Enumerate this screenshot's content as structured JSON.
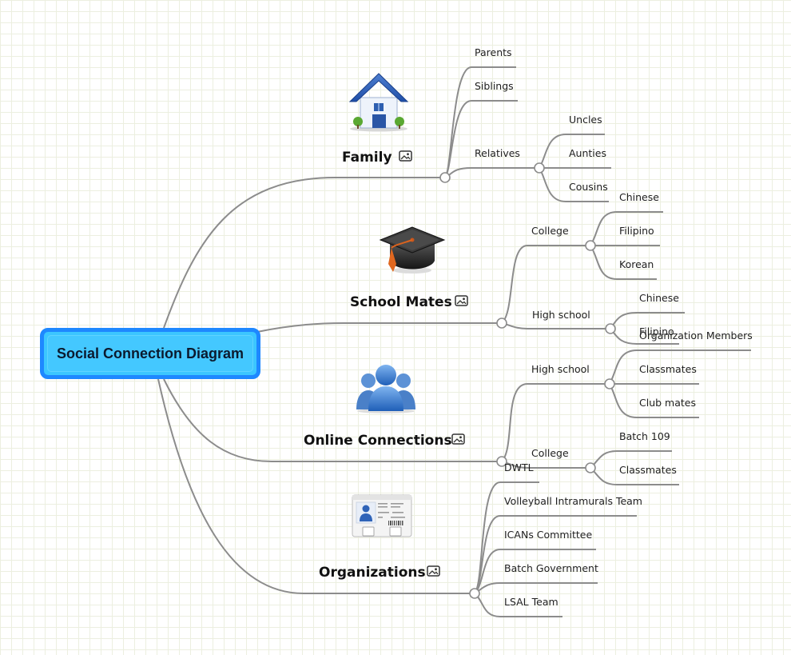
{
  "diagram": {
    "root": "Social Connection Diagram",
    "branches": {
      "family": {
        "label": "Family",
        "icon": "house-icon",
        "children": [
          "Parents",
          "Siblings",
          "Relatives"
        ],
        "relatives": [
          "Uncles",
          "Aunties",
          "Cousins"
        ]
      },
      "school": {
        "label": "School Mates",
        "icon": "graduation-cap-icon",
        "college": "College",
        "college_items": [
          "Chinese",
          "Filipino",
          "Korean"
        ],
        "highschool": "High school",
        "highschool_items": [
          "Chinese",
          "Filipino"
        ]
      },
      "online": {
        "label": "Online Connections",
        "icon": "people-icon",
        "highschool": "High school",
        "highschool_items": [
          "Organization Members",
          "Classmates",
          "Club mates"
        ],
        "college": "College",
        "college_items": [
          "Batch 109",
          "Classmates"
        ]
      },
      "orgs": {
        "label": "Organizations",
        "icon": "id-card-icon",
        "items": [
          "DWTL",
          "Volleyball Intramurals Team",
          "ICANs Committee",
          "Batch Government",
          "LSAL Team"
        ]
      }
    },
    "image_attachment_icon": "image-icon",
    "colors": {
      "root_fill": "#3cc6ff",
      "root_border": "#1e88ff",
      "connector": "#8c8c8c",
      "grid": "#ecefe0"
    }
  }
}
